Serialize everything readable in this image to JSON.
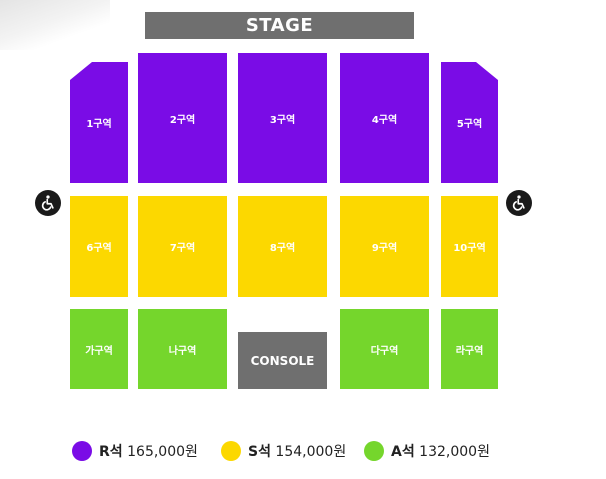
{
  "stage": "STAGE",
  "console": "CONSOLE",
  "zones": {
    "z1": "1구역",
    "z2": "2구역",
    "z3": "3구역",
    "z4": "4구역",
    "z5": "5구역",
    "z6": "6구역",
    "z7": "7구역",
    "z8": "8구역",
    "z9": "9구역",
    "z10": "10구역",
    "ga": "가구역",
    "na": "나구역",
    "da": "다구역",
    "ra": "라구역"
  },
  "icons": {
    "accessibility": "wheelchair-icon"
  },
  "legend": [
    {
      "grade": "R석",
      "price": "165,000원",
      "color": "#7a0ce6"
    },
    {
      "grade": "S석",
      "price": "154,000원",
      "color": "#fcd800"
    },
    {
      "grade": "A석",
      "price": "132,000원",
      "color": "#75d62c"
    }
  ],
  "colors": {
    "r_seat": "#7a0ce6",
    "s_seat": "#fcd800",
    "a_seat": "#75d62c",
    "stage": "#6f6f6f"
  }
}
